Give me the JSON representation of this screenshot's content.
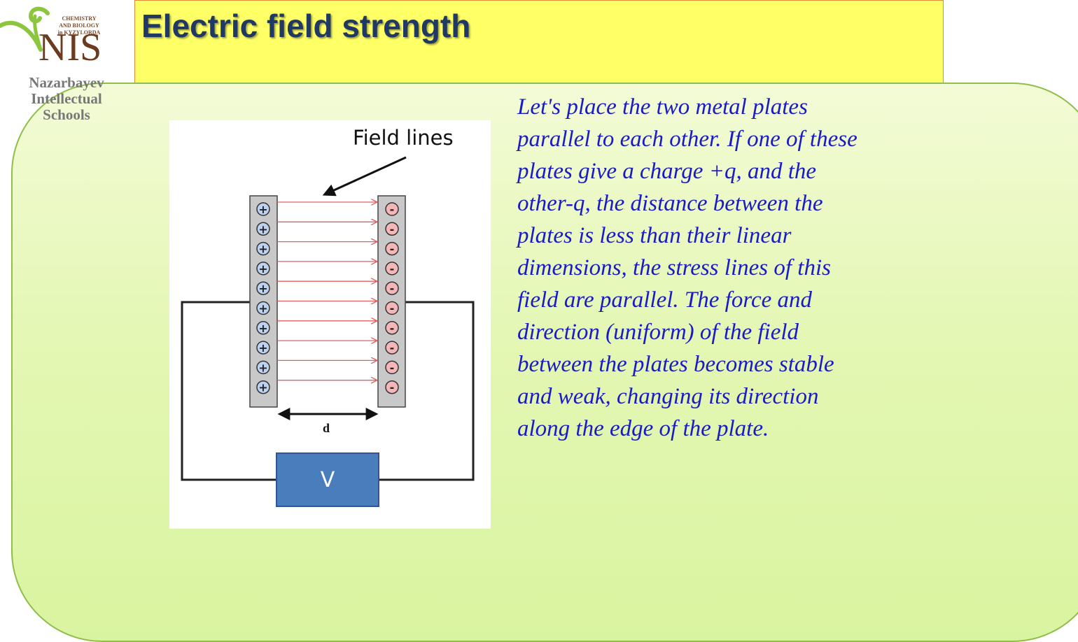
{
  "header": {
    "title": "Electric field strength"
  },
  "logo": {
    "small_lines": [
      "CHEMISTRY",
      "AND BIOLOGY",
      "in KYZYLORDA"
    ],
    "abbr": "NIS",
    "name_lines": [
      "Nazarbayev",
      "Intellectual",
      "Schools"
    ],
    "colors": {
      "sprout": "#8cc63f",
      "brown": "#6b3a1f",
      "gray": "#777777"
    }
  },
  "figure": {
    "field_lines_label": "Field lines",
    "distance_label": "d",
    "voltage_label": "V",
    "positive_sign": "+",
    "negative_sign": "-",
    "charge_count_per_plate": 10,
    "field_line_count": 10,
    "colors": {
      "plate": "#c8c8c8",
      "positive_charge": "#bcd2f0",
      "negative_charge": "#f4b6b6",
      "field_line": "#e06060",
      "voltage_source": "#4a7dbb",
      "wire": "#222222"
    }
  },
  "description": {
    "lines": [
      "Let's place the two metal plates",
      "parallel to each other. If one of these",
      "plates give a charge +q, and the",
      "other-q, the distance between the",
      "plates is less than their linear",
      "dimensions, the stress lines of this",
      "field are parallel. The force and",
      "direction (uniform) of the field",
      "between the plates becomes stable",
      "and weak, changing its direction",
      "along the edge of the plate."
    ]
  }
}
